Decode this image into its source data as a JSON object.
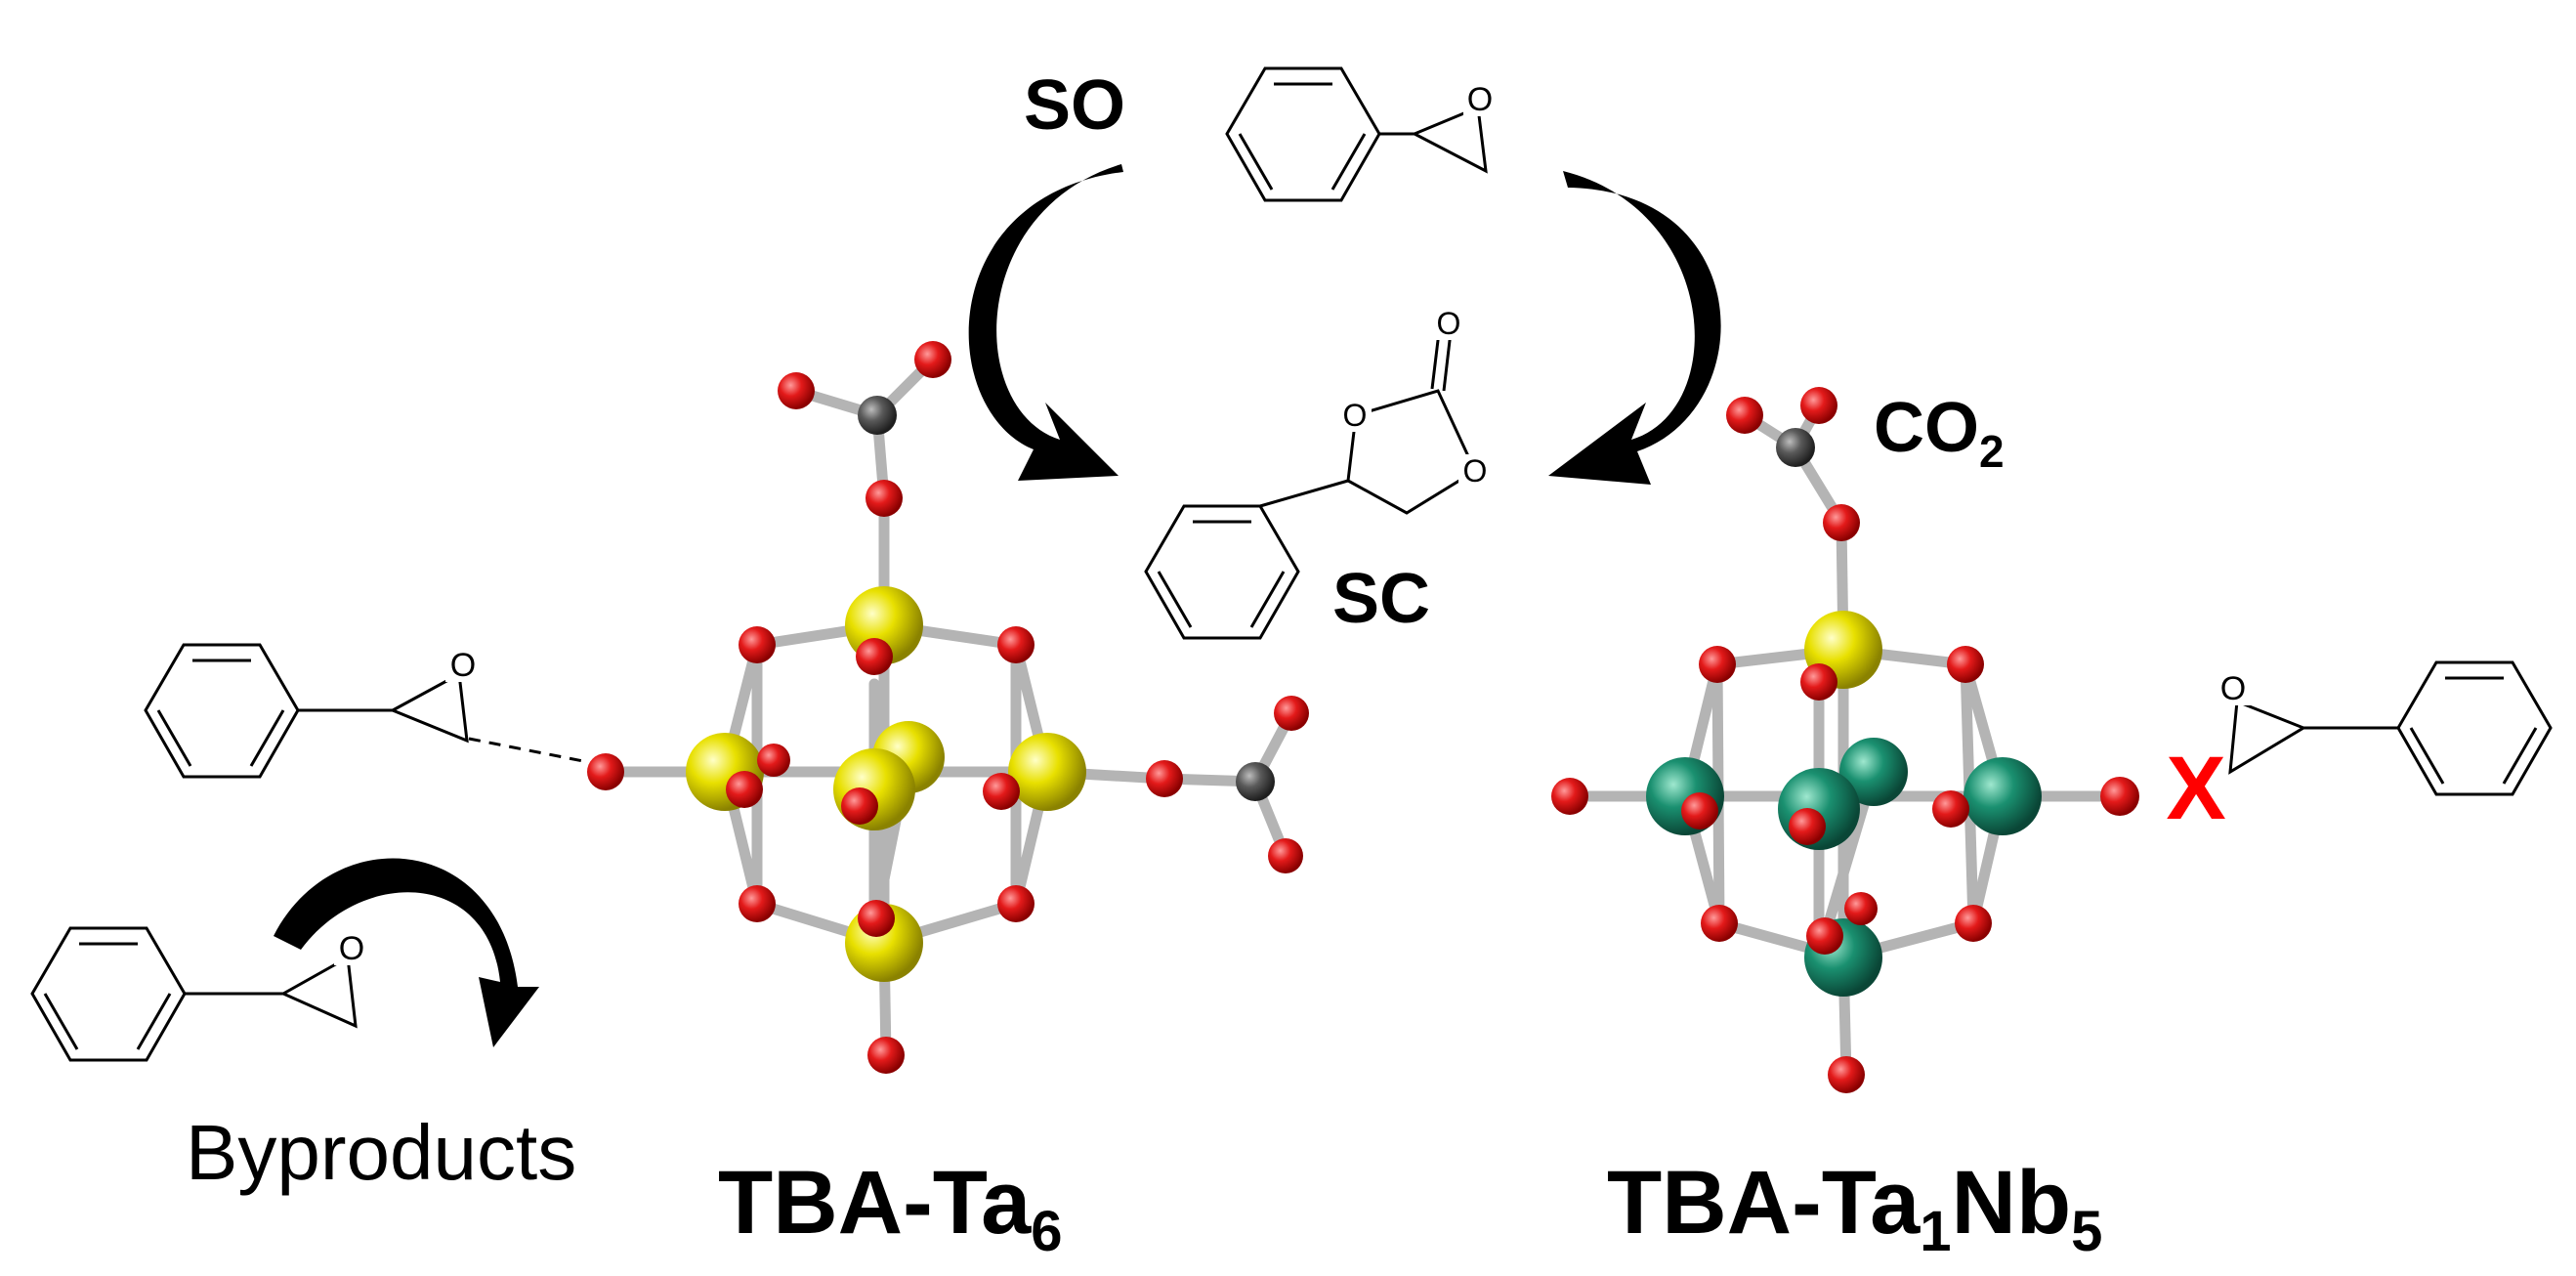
{
  "labels": {
    "so": "SO",
    "sc": "SC",
    "co2_main": "CO",
    "co2_sub": "2",
    "byproducts": "Byproducts",
    "ta6_main": "TBA-Ta",
    "ta6_sub": "6",
    "tanb_main1": "TBA-Ta",
    "tanb_sub1": "1",
    "tanb_main2": "Nb",
    "tanb_sub2": "5",
    "blocked_mark": "X",
    "oxygen": "O"
  },
  "colors": {
    "oxygen_atom": "#e01010",
    "tantalum_atom": "#e8e000",
    "niobium_atom": "#1a9070",
    "carbon_atom": "#5a5a5a",
    "bond_stick": "#b4b4b4",
    "arrow": "#000000",
    "blocked_mark": "#ff0000"
  }
}
